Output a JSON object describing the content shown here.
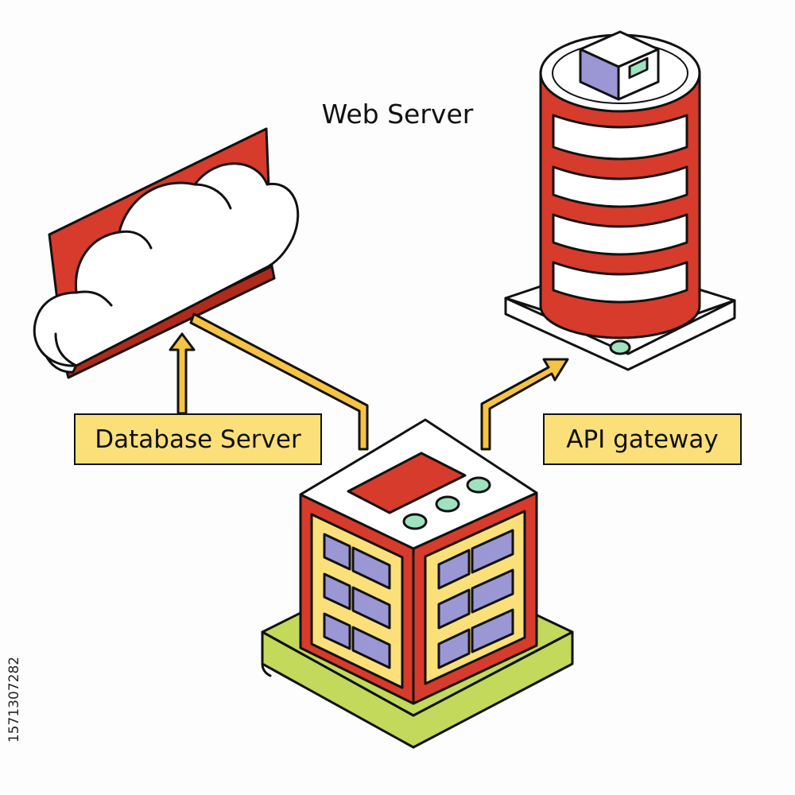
{
  "labels": {
    "top": "Web Server",
    "left": "Database Server",
    "right": "API gateway"
  },
  "watermark_id": "1571307282",
  "colors": {
    "red": "#d63b2b",
    "yellow": "#fbe07a",
    "window": "#9b97d4",
    "green_base": "#c2d95c",
    "led": "#9ee2c0",
    "arrow": "#f6c342",
    "outline": "#111111"
  }
}
